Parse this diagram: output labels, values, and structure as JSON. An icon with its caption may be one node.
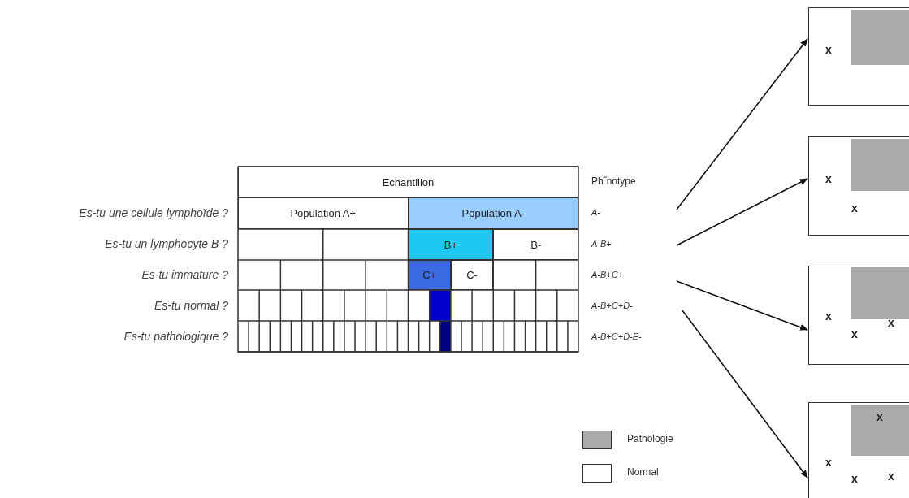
{
  "diagram": {
    "nodes": [
      {
        "text": [
          "Echantillon"
        ]
      },
      {
        "text": [
          "Population A+"
        ]
      },
      {
        "text": [
          "Population A-"
        ]
      },
      {
        "text": [
          "B+"
        ]
      },
      {
        "text": [
          "B-"
        ]
      },
      {
        "text": [
          "C+"
        ]
      },
      {
        "text": [
          "C-"
        ]
      },
      {
        "text": [
          "x"
        ]
      },
      {
        "text": [
          "x",
          "x"
        ]
      },
      {
        "text": [
          "x",
          "x",
          "x"
        ]
      },
      {
        "text": [
          "x",
          "x",
          "x",
          "x"
        ]
      }
    ],
    "edges": [
      {
        "from": null,
        "to": 7,
        "arrow": "to"
      },
      {
        "from": null,
        "to": 8,
        "arrow": "to"
      },
      {
        "from": null,
        "to": 9,
        "arrow": "to"
      },
      {
        "from": null,
        "to": 10,
        "arrow": "to"
      }
    ],
    "labels": [
      "Ph˜notype",
      "Es-tu une cellule lymphoïde ?",
      "A-",
      "Es-tu un lymphocyte B ?",
      "A-B+",
      "Es-tu immature ?",
      "A-B+C+",
      "Es-tu normal ?",
      "A-B+C+D-",
      "Es-tu pathologique ?",
      "A-B+C+D-E-"
    ],
    "legend": [
      {
        "text": "Pathologie",
        "color": "#aaaaaa"
      },
      {
        "text": "Normal",
        "color": "#ffffff"
      }
    ]
  }
}
